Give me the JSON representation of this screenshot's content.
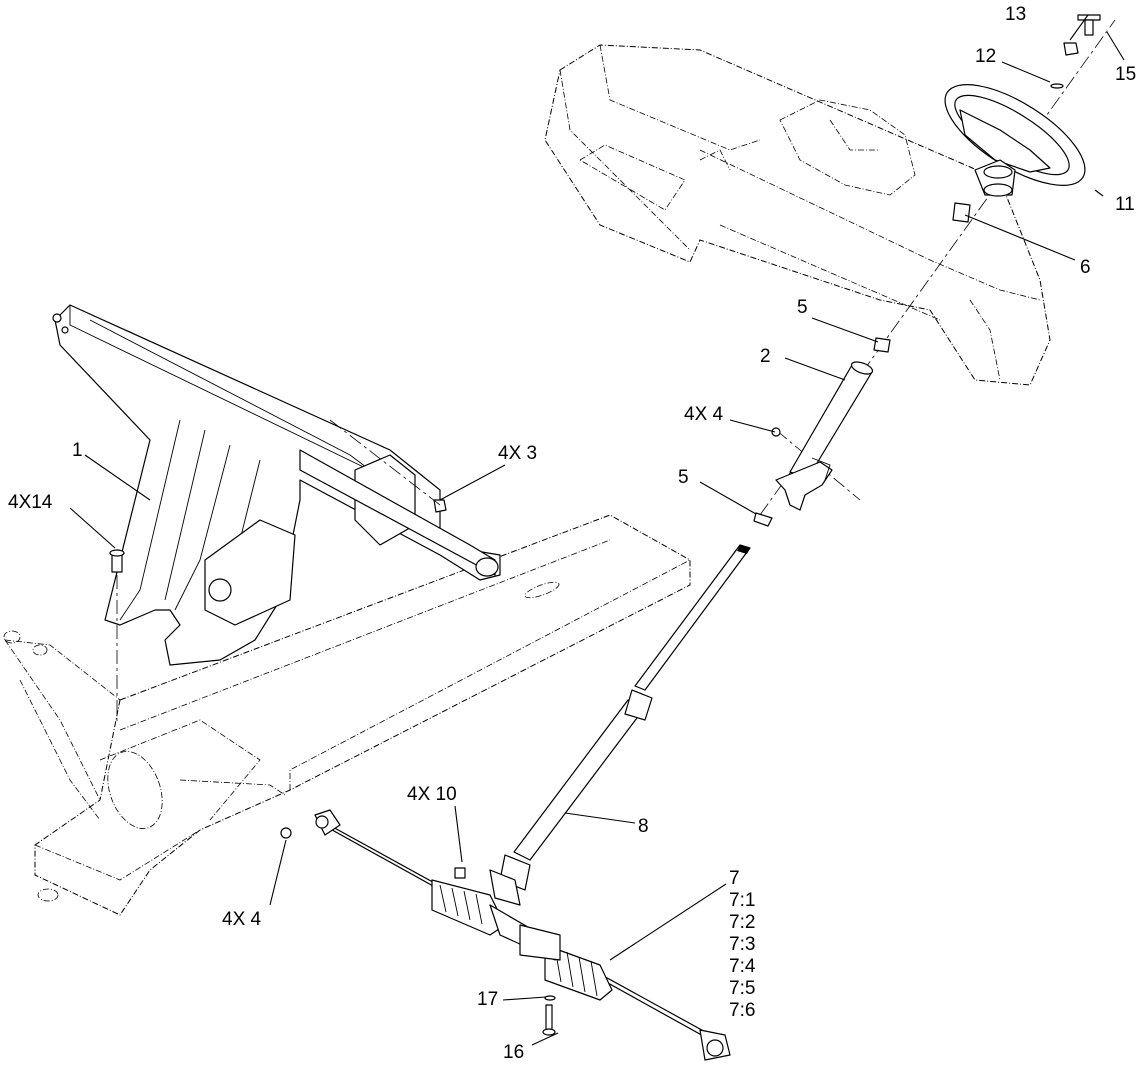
{
  "callouts": {
    "c1": "1",
    "c2": "2",
    "c3": "4X 3",
    "c4a": "4X 4",
    "c4b": "4X 4",
    "c5a": "5",
    "c5b": "5",
    "c6": "6",
    "c7": "7",
    "c7_1": "7:1",
    "c7_2": "7:2",
    "c7_3": "7:3",
    "c7_4": "7:4",
    "c7_5": "7:5",
    "c7_6": "7:6",
    "c8": "8",
    "c10": "4X 10",
    "c11": "11",
    "c12": "12",
    "c13": "13",
    "c14": "4X14",
    "c15": "15",
    "c16": "16",
    "c17": "17"
  }
}
